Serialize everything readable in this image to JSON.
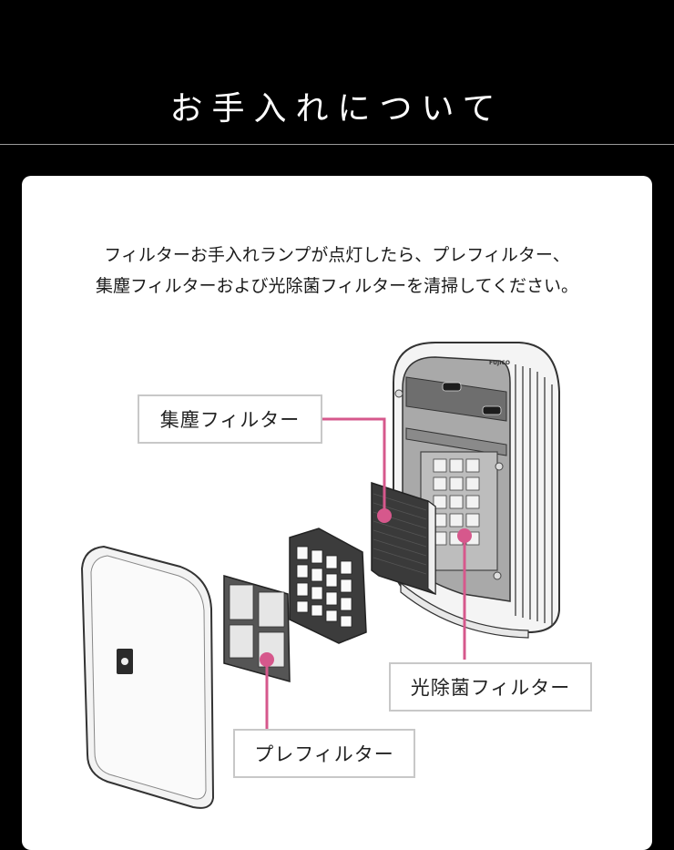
{
  "header": {
    "title": "お手入れについて"
  },
  "instructions": {
    "line1": "フィルターお手入れランプが点灯したら、プレフィルター、",
    "line2": "集塵フィルターおよび光除菌フィルターを清掃してください。"
  },
  "diagram": {
    "brand_text": "FUJICO",
    "labels": {
      "dust_filter": "集塵フィルター",
      "photo_filter": "光除菌フィルター",
      "pre_filter": "プレフィルター"
    },
    "accent_color": "#d6588c"
  }
}
